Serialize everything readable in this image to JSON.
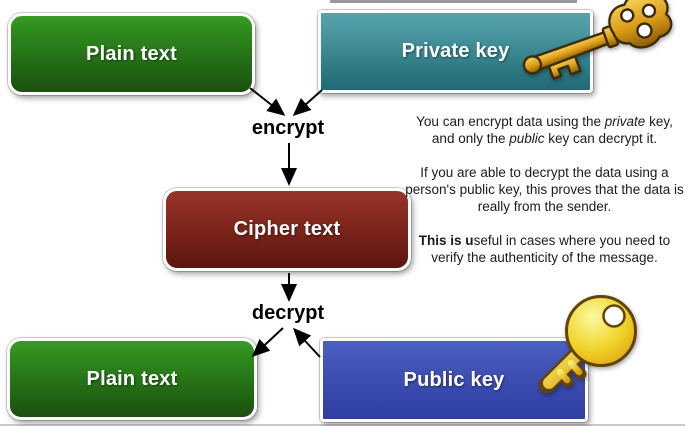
{
  "diagram": {
    "nodes": [
      {
        "id": "plain-text-top",
        "label": "Plain text",
        "color_top": "#2e8c1d",
        "color_bottom": "#1b500f"
      },
      {
        "id": "private-key",
        "label": "Private key",
        "color_top": "#4f9da6",
        "color_bottom": "#1f6a74"
      },
      {
        "id": "cipher-text",
        "label": "Cipher text",
        "color_top": "#8e2d23",
        "color_bottom": "#5c150e"
      },
      {
        "id": "plain-text-bottom",
        "label": "Plain text",
        "color_top": "#2e8c1d",
        "color_bottom": "#1b500f"
      },
      {
        "id": "public-key",
        "label": "Public key",
        "color_top": "#4457bb",
        "color_bottom": "#2f3da0"
      }
    ],
    "edge_labels": {
      "encrypt": "encrypt",
      "decrypt": "decrypt"
    },
    "icons": [
      {
        "name": "private-key-icon",
        "color": "#d99c16"
      },
      {
        "name": "public-key-icon",
        "color": "#f0d429"
      }
    ]
  },
  "explainer": {
    "p1": {
      "parts": [
        "You can encrypt data using the ",
        "private",
        " key, and only the ",
        "public",
        " key can decrypt it."
      ]
    },
    "p2": "If you are able to decrypt the data using a person's public key, this proves that the data is really from the sender.",
    "p3": {
      "bold": "This is u",
      "rest": "seful in cases where you need to verify the authenticity of the message."
    }
  }
}
